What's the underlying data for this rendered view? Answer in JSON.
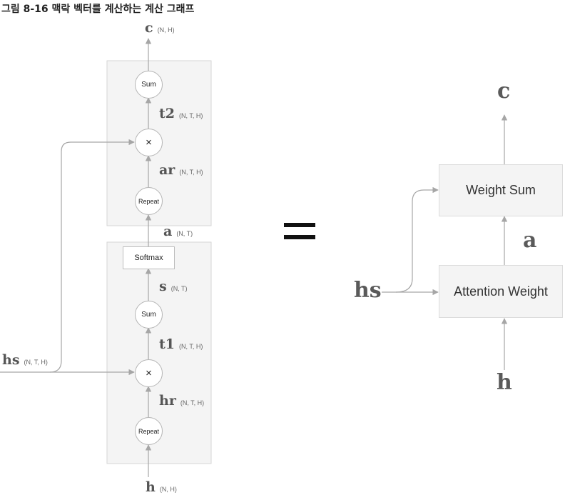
{
  "caption": "그림 8-16 맥락 벡터를 계산하는 계산 그래프",
  "left": {
    "ops": {
      "sum_top": "Sum",
      "mul_top": "×",
      "repeat_top": "Repeat",
      "softmax": "Softmax",
      "sum_bottom": "Sum",
      "mul_bottom": "×",
      "repeat_bottom": "Repeat"
    },
    "labels": {
      "c": {
        "var": "c",
        "dim": "(N, H)"
      },
      "t2": {
        "var": "t2",
        "dim": "(N, T, H)"
      },
      "ar": {
        "var": "ar",
        "dim": "(N, T, H)"
      },
      "a": {
        "var": "a",
        "dim": "(N, T)"
      },
      "s": {
        "var": "s",
        "dim": "(N, T)"
      },
      "t1": {
        "var": "t1",
        "dim": "(N, T, H)"
      },
      "hr": {
        "var": "hr",
        "dim": "(N, T, H)"
      },
      "hs": {
        "var": "hs",
        "dim": "(N, T, H)"
      },
      "h": {
        "var": "h",
        "dim": "(N, H)"
      }
    }
  },
  "equals": "=",
  "right": {
    "weight_sum": "Weight Sum",
    "attention_weight": "Attention Weight",
    "c": "c",
    "a": "a",
    "hs": "hs",
    "h": "h"
  },
  "colors": {
    "arrow": "#a6a6a6",
    "panel": "#f4f4f4",
    "panel_border": "#d6d6d6"
  }
}
